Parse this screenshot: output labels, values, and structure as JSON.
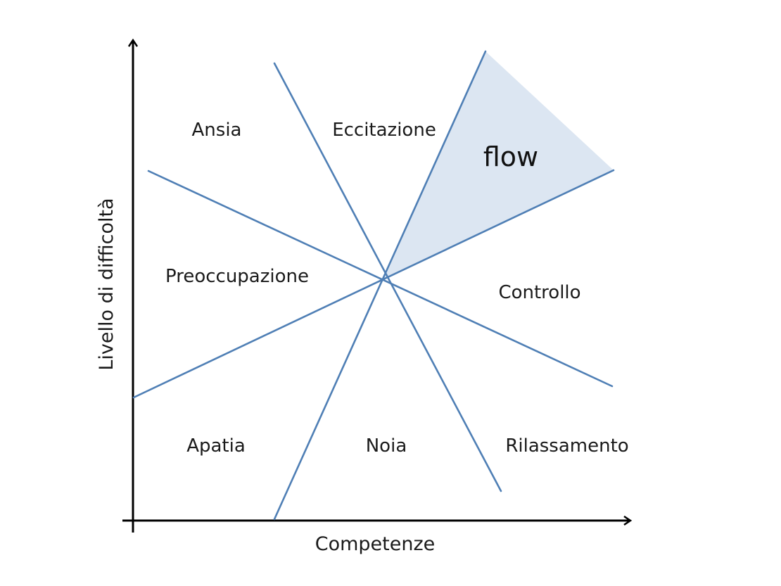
{
  "diagram": {
    "title": "Flow model (Csikszentmihalyi)",
    "x_axis_label": "Competenze",
    "y_axis_label": "Livello di difficoltà",
    "colors": {
      "line": "#4f7fb5",
      "flow_fill": "#dce6f2",
      "axis": "#000000"
    },
    "regions": [
      {
        "id": "ansia",
        "label": "Ansia"
      },
      {
        "id": "eccitazione",
        "label": "Eccitazione"
      },
      {
        "id": "flow",
        "label": "flow",
        "highlighted": true
      },
      {
        "id": "preoccupazione",
        "label": "Preoccupazione"
      },
      {
        "id": "controllo",
        "label": "Controllo"
      },
      {
        "id": "apatia",
        "label": "Apatia"
      },
      {
        "id": "noia",
        "label": "Noia"
      },
      {
        "id": "rilassamento",
        "label": "Rilassamento"
      }
    ],
    "center_point_note": "Eight regions separated by four lines crossing at one central point"
  }
}
